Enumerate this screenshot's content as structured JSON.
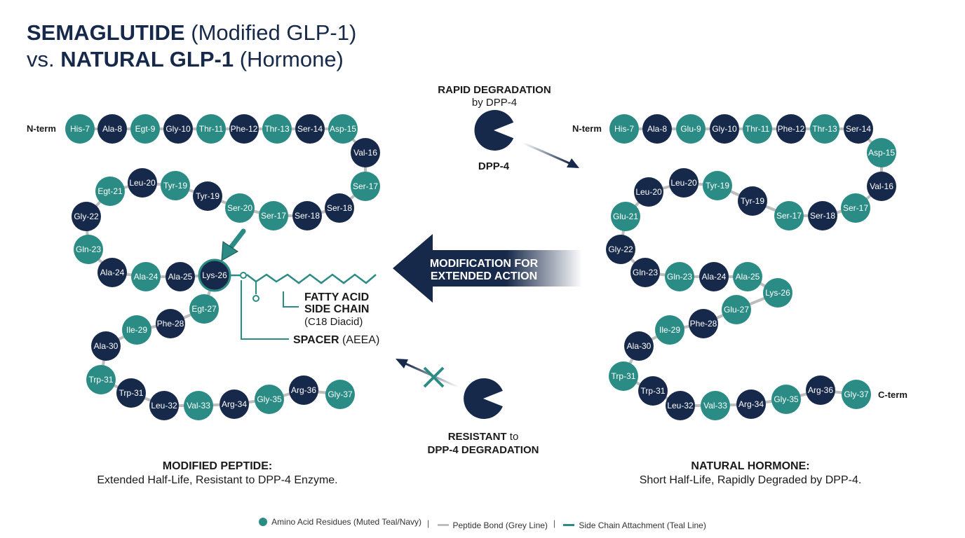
{
  "title": {
    "line1_bold": "SEMAGLUTIDE",
    "line1_rest": "(Modified GLP-1)",
    "line2_pre": "vs.",
    "line2_bold": "NATURAL GLP-1",
    "line2_rest": "(Hormone)"
  },
  "colors": {
    "teal": "#2a8c84",
    "navy": "#17294a",
    "bond": "#bdbdbd"
  },
  "left_chain": {
    "n_term": "N-term",
    "residues": [
      {
        "label": "His-7",
        "color": "teal"
      },
      {
        "label": "Ala-8",
        "color": "navy"
      },
      {
        "label": "Egt-9",
        "color": "teal"
      },
      {
        "label": "Gly-10",
        "color": "navy"
      },
      {
        "label": "Thr-11",
        "color": "teal"
      },
      {
        "label": "Phe-12",
        "color": "navy"
      },
      {
        "label": "Thr-13",
        "color": "teal"
      },
      {
        "label": "Ser-14",
        "color": "navy"
      },
      {
        "label": "Asp-15",
        "color": "teal"
      },
      {
        "label": "Val-16",
        "color": "navy"
      },
      {
        "label": "Ser-17",
        "color": "teal"
      },
      {
        "label": "Ser-18",
        "color": "navy"
      },
      {
        "label": "Ser-18",
        "color": "navy"
      },
      {
        "label": "Ser-17",
        "color": "teal"
      },
      {
        "label": "Ser-20",
        "color": "teal"
      },
      {
        "label": "Tyr-19",
        "color": "navy"
      },
      {
        "label": "Tyr-19",
        "color": "teal"
      },
      {
        "label": "Leu-20",
        "color": "navy"
      },
      {
        "label": "Egt-21",
        "color": "teal"
      },
      {
        "label": "Gly-22",
        "color": "navy"
      },
      {
        "label": "Gln-23",
        "color": "teal"
      },
      {
        "label": "Ala-24",
        "color": "navy"
      },
      {
        "label": "Ala-24",
        "color": "teal"
      },
      {
        "label": "Ala-25",
        "color": "navy"
      },
      {
        "label": "Lys-26",
        "color": "navy"
      },
      {
        "label": "Egt-27",
        "color": "teal"
      },
      {
        "label": "Phe-28",
        "color": "navy"
      },
      {
        "label": "Ile-29",
        "color": "teal"
      },
      {
        "label": "Ala-30",
        "color": "navy"
      },
      {
        "label": "Trp-31",
        "color": "teal"
      },
      {
        "label": "Trp-31",
        "color": "navy"
      },
      {
        "label": "Leu-32",
        "color": "navy"
      },
      {
        "label": "Val-33",
        "color": "teal"
      },
      {
        "label": "Arg-34",
        "color": "navy"
      },
      {
        "label": "Gly-35",
        "color": "teal"
      },
      {
        "label": "Arg-36",
        "color": "navy"
      },
      {
        "label": "Gly-37",
        "color": "teal"
      }
    ]
  },
  "right_chain": {
    "n_term": "N-term",
    "c_term": "C-term",
    "residues": [
      {
        "label": "His-7",
        "color": "teal"
      },
      {
        "label": "Ala-8",
        "color": "navy"
      },
      {
        "label": "Glu-9",
        "color": "teal"
      },
      {
        "label": "Gly-10",
        "color": "navy"
      },
      {
        "label": "Thr-11",
        "color": "teal"
      },
      {
        "label": "Phe-12",
        "color": "navy"
      },
      {
        "label": "Thr-13",
        "color": "teal"
      },
      {
        "label": "Ser-14",
        "color": "navy"
      },
      {
        "label": "Asp-15",
        "color": "teal"
      },
      {
        "label": "Val-16",
        "color": "navy"
      },
      {
        "label": "Ser-17",
        "color": "teal"
      },
      {
        "label": "Ser-18",
        "color": "navy"
      },
      {
        "label": "Ser-17",
        "color": "teal"
      },
      {
        "label": "Tyr-19",
        "color": "navy"
      },
      {
        "label": "Tyr-19",
        "color": "teal"
      },
      {
        "label": "Leu-20",
        "color": "navy"
      },
      {
        "label": "Leu-20",
        "color": "navy"
      },
      {
        "label": "Glu-21",
        "color": "teal"
      },
      {
        "label": "Gly-22",
        "color": "navy"
      },
      {
        "label": "Gln-23",
        "color": "navy"
      },
      {
        "label": "Gln-23",
        "color": "teal"
      },
      {
        "label": "Ala-24",
        "color": "navy"
      },
      {
        "label": "Ala-25",
        "color": "teal"
      },
      {
        "label": "Lys-26",
        "color": "teal"
      },
      {
        "label": "Glu-27",
        "color": "teal"
      },
      {
        "label": "Phe-28",
        "color": "navy"
      },
      {
        "label": "Ile-29",
        "color": "teal"
      },
      {
        "label": "Ala-30",
        "color": "navy"
      },
      {
        "label": "Trp-31",
        "color": "teal"
      },
      {
        "label": "Trp-31",
        "color": "navy"
      },
      {
        "label": "Leu-32",
        "color": "navy"
      },
      {
        "label": "Val-33",
        "color": "teal"
      },
      {
        "label": "Arg-34",
        "color": "navy"
      },
      {
        "label": "Gly-35",
        "color": "teal"
      },
      {
        "label": "Arg-36",
        "color": "navy"
      },
      {
        "label": "Gly-37",
        "color": "teal"
      }
    ]
  },
  "annotations": {
    "fatty_line1": "FATTY ACID",
    "fatty_line2": "SIDE CHAIN",
    "fatty_line3": "(C18 Diacid)",
    "spacer_bold": "SPACER",
    "spacer_rest": "(AEEA)",
    "rapid_line1": "RAPID DEGRADATION",
    "rapid_line2": "by DPP-4",
    "dpp4_label": "DPP-4",
    "modification_line1": "MODIFICATION FOR",
    "modification_line2": "EXTENDED ACTION",
    "resistant_bold": "RESISTANT",
    "resistant_rest": "to",
    "resistant_line2": "DPP-4 DEGRADATION"
  },
  "captions": {
    "left_head": "MODIFIED PEPTIDE:",
    "left_body": "Extended Half-Life, Resistant to DPP-4 Enzyme.",
    "right_head": "NATURAL HORMONE:",
    "right_body": "Short Half-Life, Rapidly Degraded by DPP-4."
  },
  "legend": {
    "residues": "Amino Acid Residues (Muted Teal/Navy)",
    "bond": "Peptide Bond (Grey Line)",
    "side_chain": "Side Chain Attachment (Teal Line)"
  }
}
